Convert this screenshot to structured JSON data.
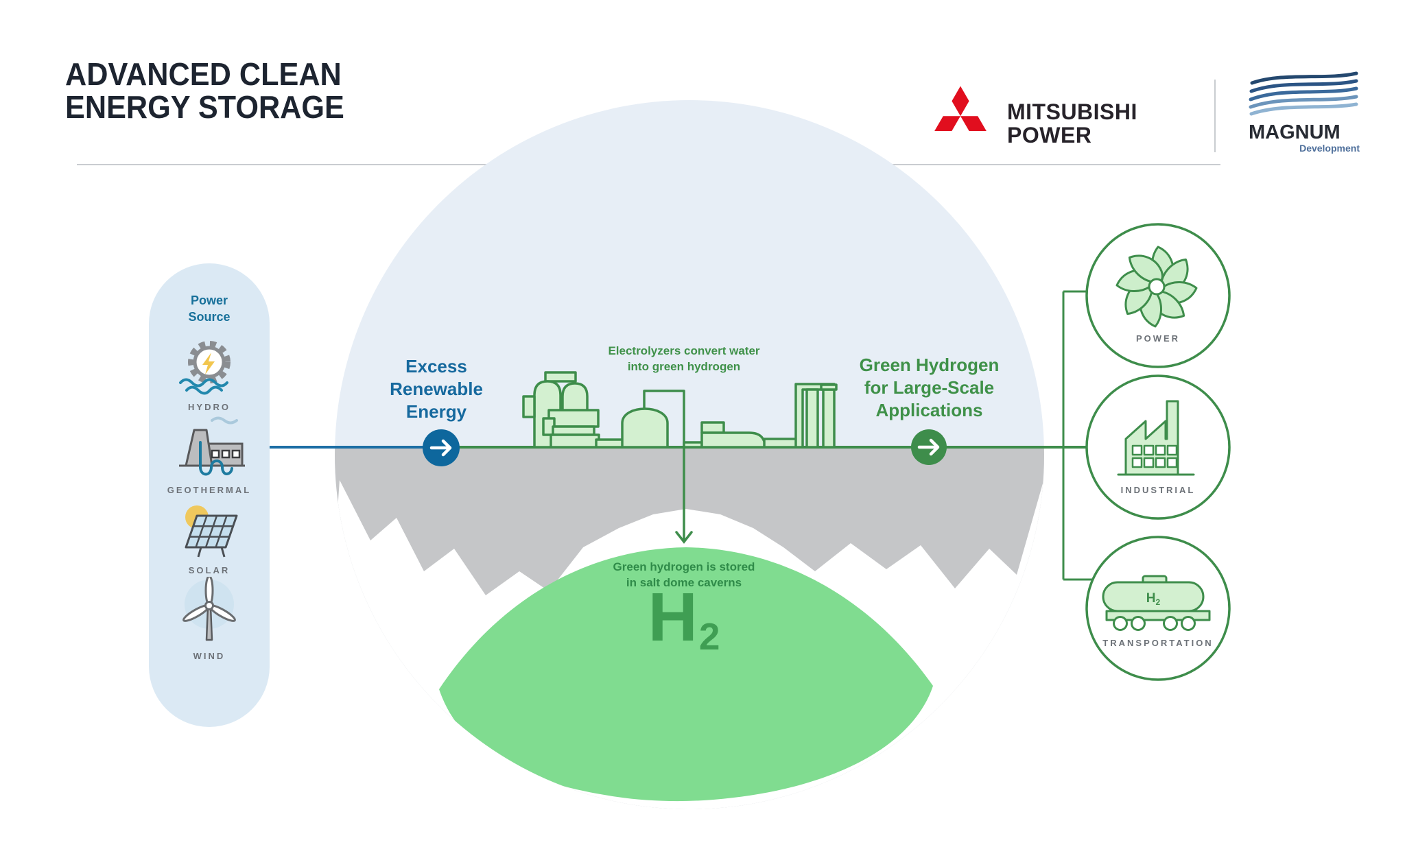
{
  "header": {
    "title_lines": [
      "ADVANCED CLEAN",
      "ENERGY STORAGE"
    ],
    "mitsubishi_power": {
      "brand_line1": "MITSUBISHI",
      "brand_line2": "POWER"
    },
    "magnum": {
      "brand": "MAGNUM",
      "brand_sub": "Development"
    }
  },
  "power_source": {
    "title_lines": [
      "Power",
      "Source"
    ],
    "items": [
      {
        "label": "HYDRO",
        "icon": "hydro-turbine-icon"
      },
      {
        "label": "GEOTHERMAL",
        "icon": "geothermal-plant-icon"
      },
      {
        "label": "SOLAR",
        "icon": "solar-panel-icon"
      },
      {
        "label": "WIND",
        "icon": "wind-turbine-icon"
      }
    ]
  },
  "flow": {
    "excess_label_lines": [
      "Excess",
      "Renewable",
      "Energy"
    ],
    "electrolyzer_note_lines": [
      "Electrolyzers convert water",
      "into green hydrogen"
    ],
    "applications_label_lines": [
      "Green Hydrogen",
      "for Large-Scale",
      "Applications"
    ],
    "storage_note_lines": [
      "Green hydrogen is stored",
      "in salt dome caverns"
    ],
    "h2_symbol": {
      "base": "H",
      "sub": "2"
    }
  },
  "right_panel": {
    "items": [
      {
        "label": "POWER",
        "icon": "turbine-fan-icon"
      },
      {
        "label": "INDUSTRIAL",
        "icon": "factory-icon"
      },
      {
        "label": "TRANSPORTATION",
        "icon": "h2-tanker-icon",
        "tank_base": "H",
        "tank_sub": "2"
      }
    ]
  },
  "colors": {
    "accent_blue": "#16699e",
    "accent_green": "#3e8d4b",
    "text_green": "#3f9149",
    "dome_green": "#80dc90",
    "underground_gray": "#c5c6c8",
    "sky_blue": "#e7eef6",
    "pill_blue": "#dbe9f4",
    "mitsubishi_red": "#e10e1e",
    "label_gray": "#6d7278"
  }
}
